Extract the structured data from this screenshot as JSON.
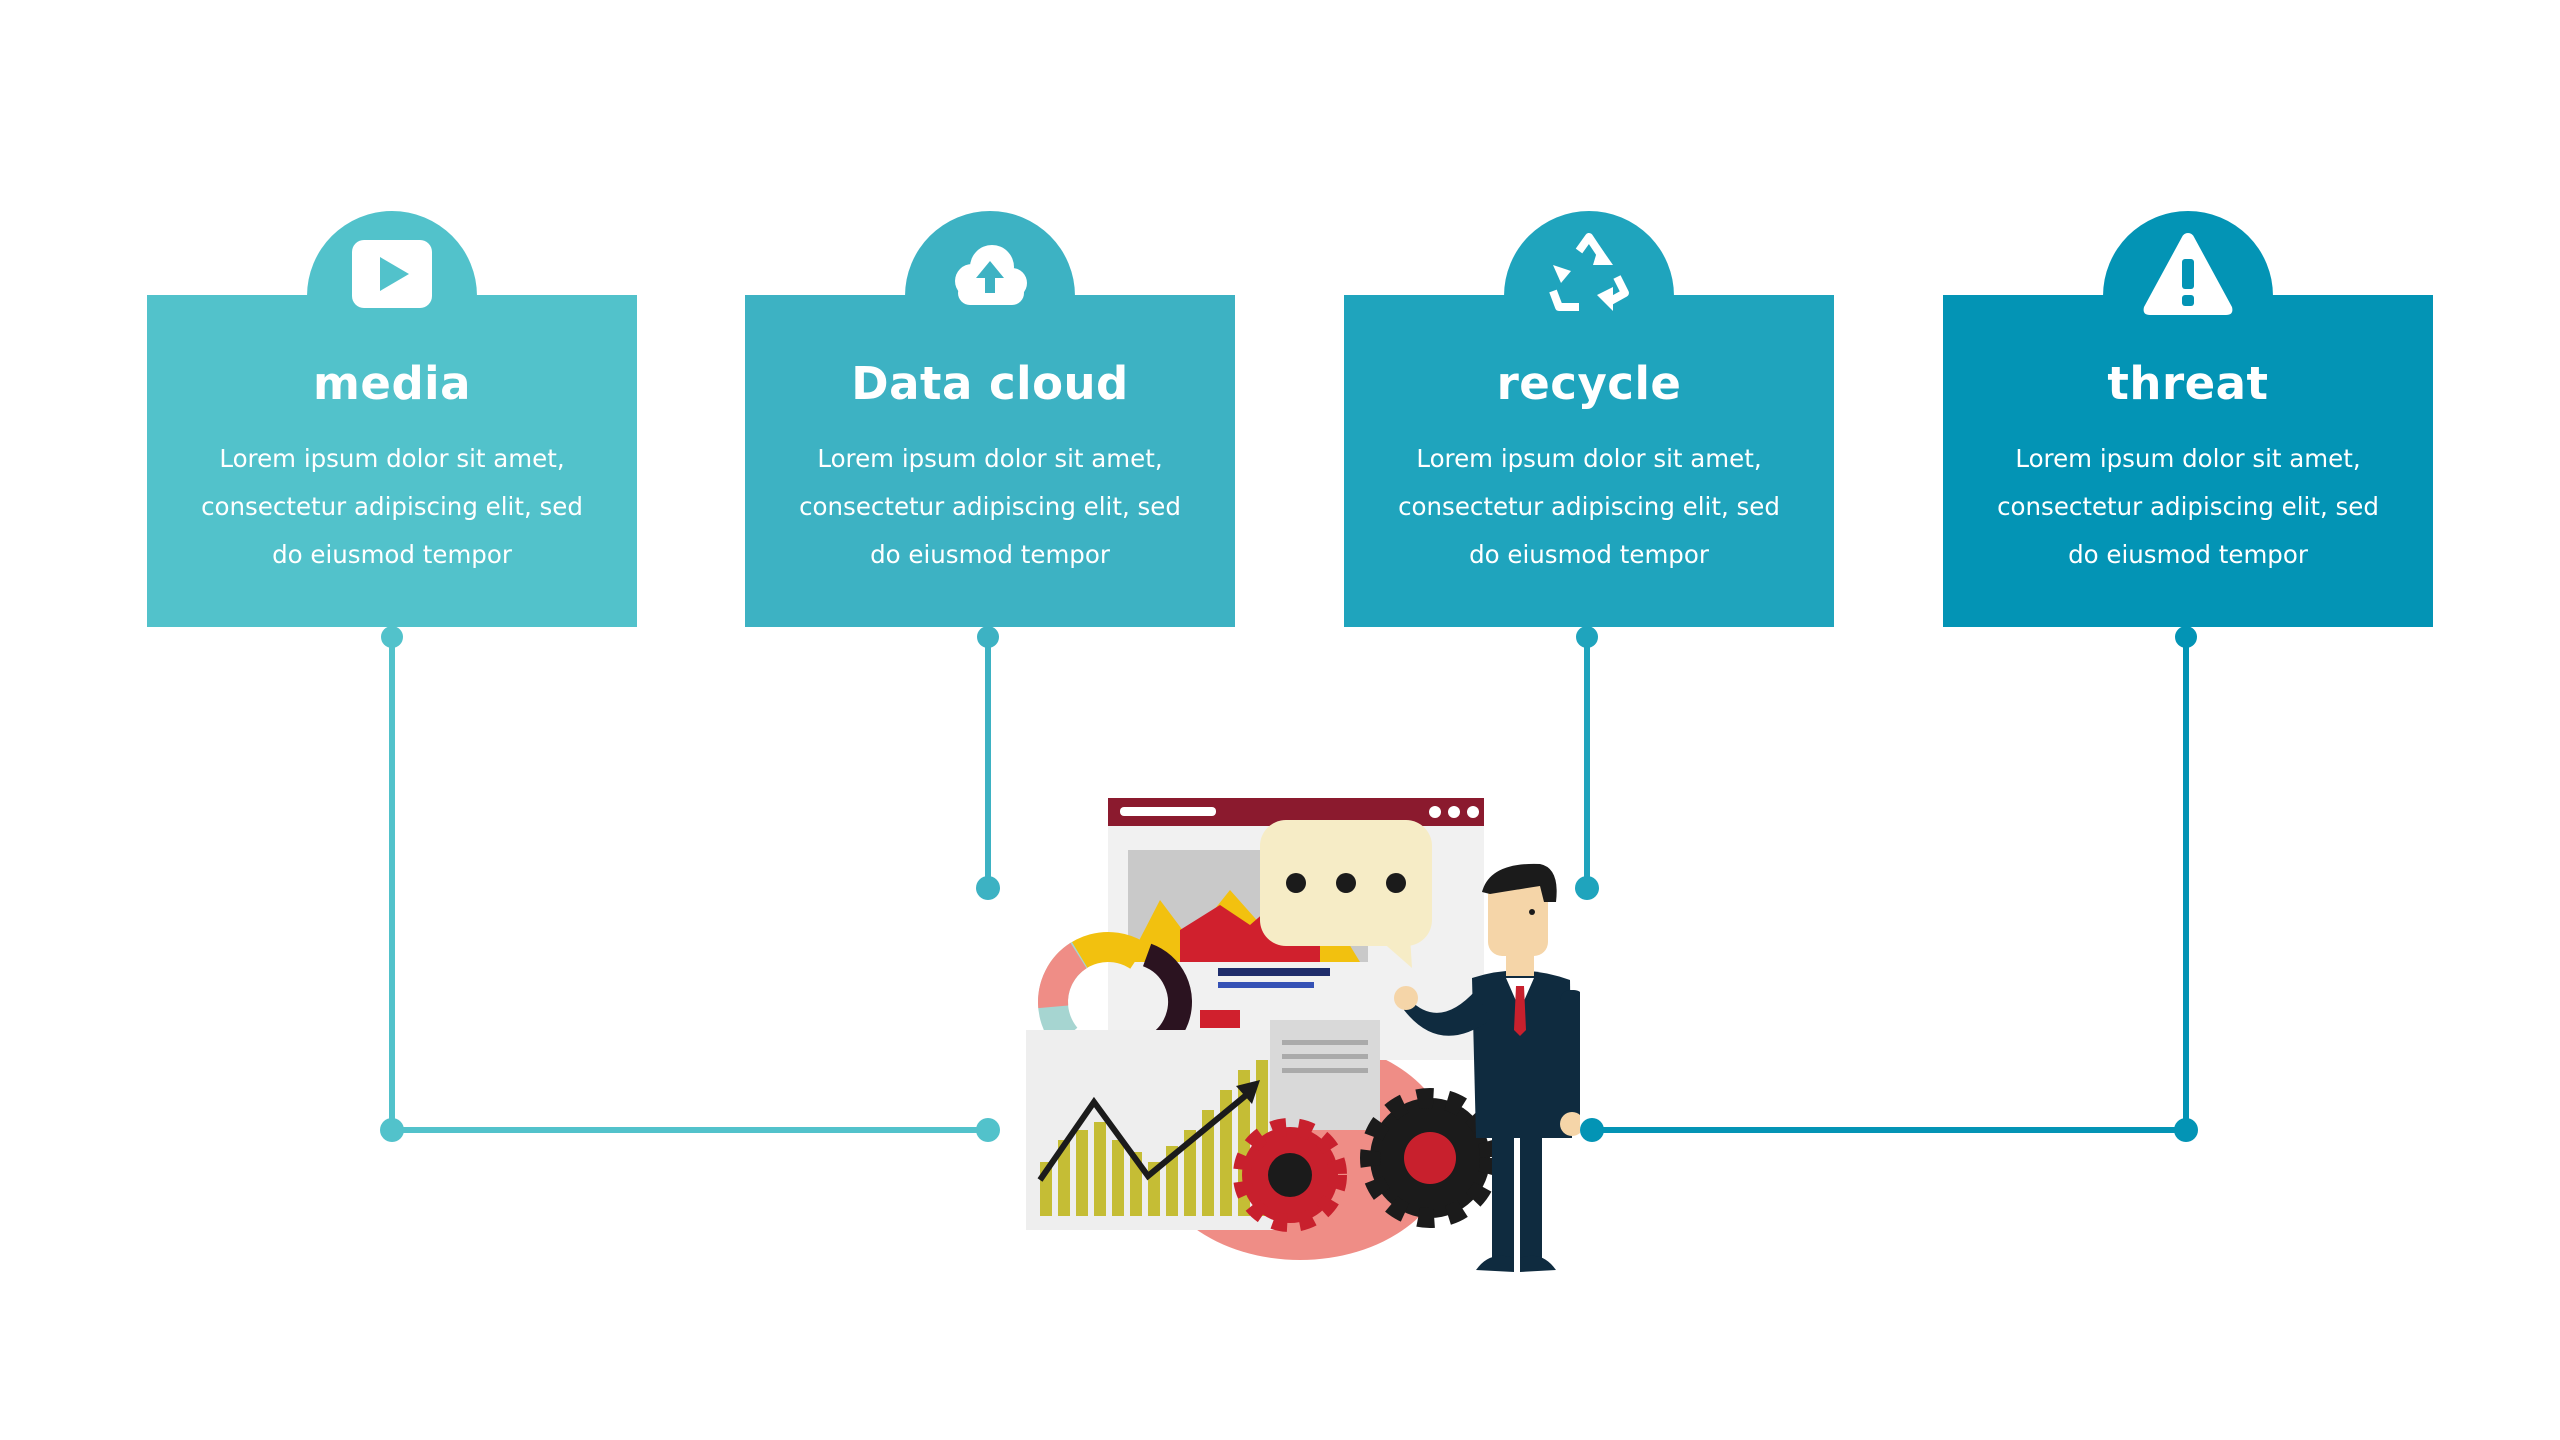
{
  "cards": [
    {
      "title": "media",
      "icon": "play-icon",
      "description": "Lorem ipsum dolor sit amet, consectetur adipiscing elit, sed do eiusmod tempor",
      "color": "#52c2cb"
    },
    {
      "title": "Data cloud",
      "icon": "cloud-upload-icon",
      "description": "Lorem ipsum dolor sit amet, consectetur adipiscing elit, sed do eiusmod tempor",
      "color": "#3db2c3"
    },
    {
      "title": "recycle",
      "icon": "recycle-icon",
      "description": "Lorem ipsum dolor sit amet, consectetur adipiscing elit, sed do eiusmod tempor",
      "color": "#1fa4bd"
    },
    {
      "title": "threat",
      "icon": "warning-icon",
      "description": "Lorem ipsum dolor sit amet, consectetur adipiscing elit, sed do eiusmod tempor",
      "color": "#0394b5"
    }
  ],
  "illustration": {
    "icon": "businessman-presenting-charts-illustration"
  }
}
